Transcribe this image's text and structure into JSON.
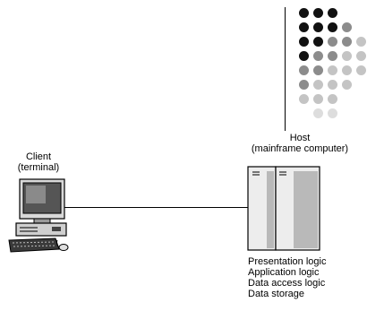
{
  "client": {
    "label_line1": "Client",
    "label_line2": "(terminal)"
  },
  "host": {
    "label_line1": "Host",
    "label_line2": "(mainframe computer)",
    "functions": [
      "Presentation logic",
      "Application logic",
      "Data access logic",
      "Data storage"
    ]
  },
  "colors": {
    "dot_dark": "#111111",
    "dot_mid": "#8c8c8c",
    "dot_light": "#c4c4c4",
    "dot_faint": "#dddddd",
    "cabinet_fill": "#ededed",
    "cabinet_shade": "#b9b9b9",
    "line": "#000000"
  },
  "dot_grid": [
    [
      "d",
      "d",
      "d",
      "",
      ""
    ],
    [
      "d",
      "d",
      "d",
      "m",
      ""
    ],
    [
      "d",
      "d",
      "m",
      "m",
      "l"
    ],
    [
      "d",
      "m",
      "m",
      "l",
      "l"
    ],
    [
      "m",
      "m",
      "l",
      "l",
      "l"
    ],
    [
      "m",
      "l",
      "l",
      "l",
      ""
    ],
    [
      "l",
      "l",
      "l",
      "",
      ""
    ],
    [
      "",
      "f",
      "f",
      "",
      ""
    ]
  ]
}
